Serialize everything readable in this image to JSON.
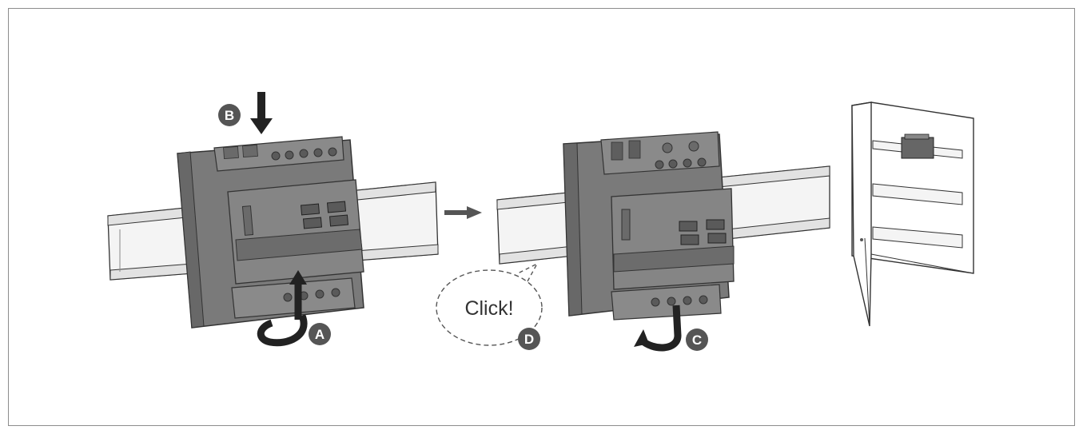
{
  "illustration": {
    "step_labels": {
      "a": "A",
      "b": "B",
      "c": "C",
      "d": "D"
    },
    "click_text": "Click!",
    "colors": {
      "device": "#7a7a7a",
      "device_dark": "#5a5a5a",
      "device_light": "#9a9a9a",
      "rail": "#f2f2f2",
      "outline": "#333333",
      "badge": "#555555",
      "arrow": "#222222",
      "border": "#8c8c8c"
    }
  }
}
